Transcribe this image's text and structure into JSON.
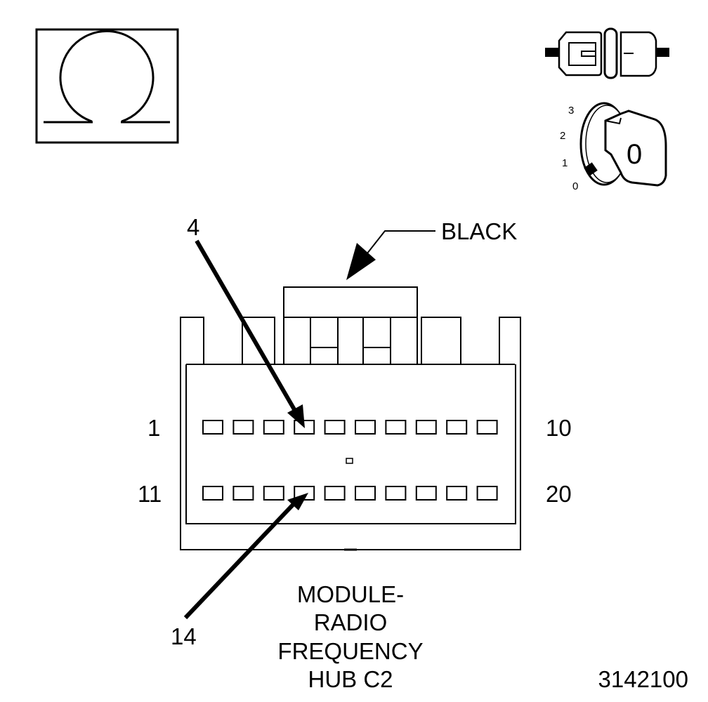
{
  "connector": {
    "color_label": "BLACK",
    "pin_first_top": "1",
    "pin_last_top": "10",
    "pin_first_bottom": "11",
    "pin_last_bottom": "20",
    "callout_top": "4",
    "callout_bottom": "14",
    "top_row_cavities": 10,
    "bottom_row_cavities": 10
  },
  "caption": {
    "line1": "MODULE-",
    "line2": "RADIO",
    "line3": "FREQUENCY",
    "line4": "HUB C2"
  },
  "figure_number": "3142100",
  "ignition_key": {
    "pos3": "3",
    "pos2": "2",
    "pos1": "1",
    "pos0": "0",
    "key_label": "0"
  },
  "icons": {
    "meter": "ohm-symbol-icon",
    "disconnect": "connector-disconnect-icon",
    "ignition": "ignition-off-icon"
  }
}
